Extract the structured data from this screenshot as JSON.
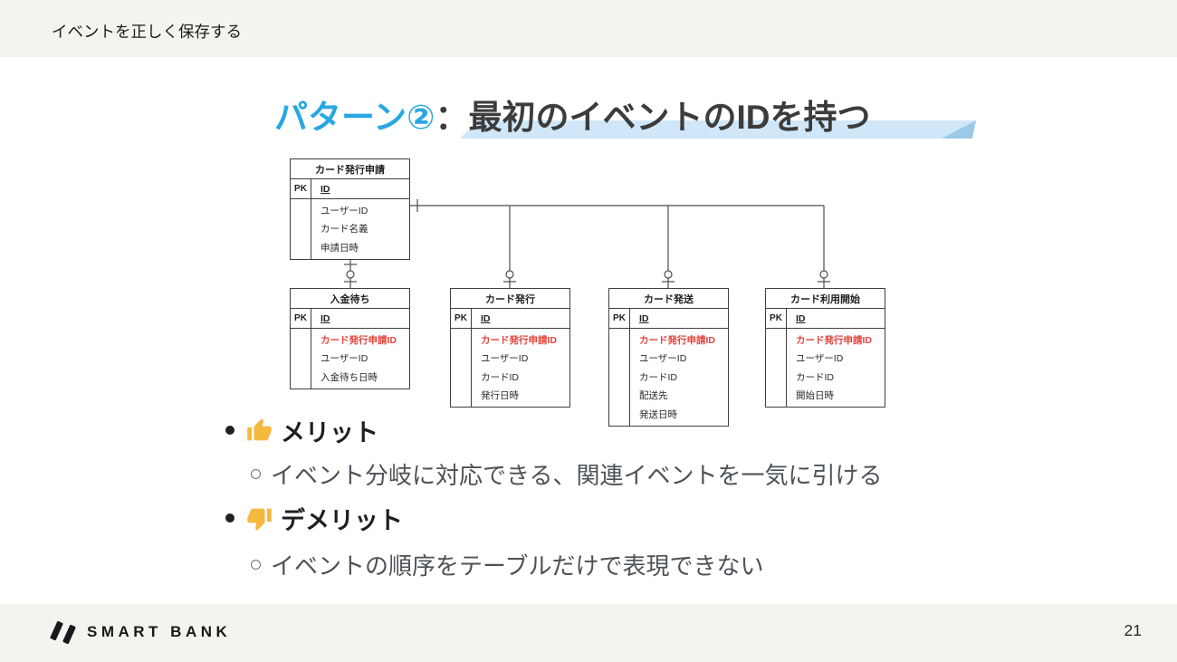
{
  "header": {
    "title": "イベントを正しく保存する"
  },
  "title": {
    "pattern_label": "パターン②",
    "rest": "：最初のイベントのIDを持つ"
  },
  "diagram": {
    "entities": [
      {
        "name": "カード発行申請",
        "pk": "PK",
        "id_field": "ID",
        "fk_index": -1,
        "fields": [
          "ユーザーID",
          "カード名義",
          "申請日時"
        ]
      },
      {
        "name": "入金待ち",
        "pk": "PK",
        "id_field": "ID",
        "fk_index": 0,
        "fields": [
          "カード発行申請ID",
          "ユーザーID",
          "入金待ち日時"
        ]
      },
      {
        "name": "カード発行",
        "pk": "PK",
        "id_field": "ID",
        "fk_index": 0,
        "fields": [
          "カード発行申請ID",
          "ユーザーID",
          "カードID",
          "発行日時"
        ]
      },
      {
        "name": "カード発送",
        "pk": "PK",
        "id_field": "ID",
        "fk_index": 0,
        "fields": [
          "カード発行申請ID",
          "ユーザーID",
          "カードID",
          "配送先",
          "発送日時"
        ]
      },
      {
        "name": "カード利用開始",
        "pk": "PK",
        "id_field": "ID",
        "fk_index": 0,
        "fields": [
          "カード発行申請ID",
          "ユーザーID",
          "カードID",
          "開始日時"
        ]
      }
    ]
  },
  "bullets": [
    {
      "icon": "thumbs-up",
      "label": "メリット",
      "subs": [
        "イベント分岐に対応できる、関連イベントを一気に引ける"
      ]
    },
    {
      "icon": "thumbs-down",
      "label": "デメリット",
      "subs": [
        "イベントの順序をテーブルだけで表現できない"
      ]
    }
  ],
  "footer": {
    "brand": "SMART BANK",
    "page_number": "21"
  },
  "colors": {
    "background": "#f5f3ee",
    "accent_blue": "#29a7e2",
    "highlight_light": "#cfe7f8",
    "highlight_dark": "#9cc9e8",
    "fk_red": "#e2443c",
    "line": "#4c4c4c",
    "emoji_yellow": "#f5b93f"
  }
}
